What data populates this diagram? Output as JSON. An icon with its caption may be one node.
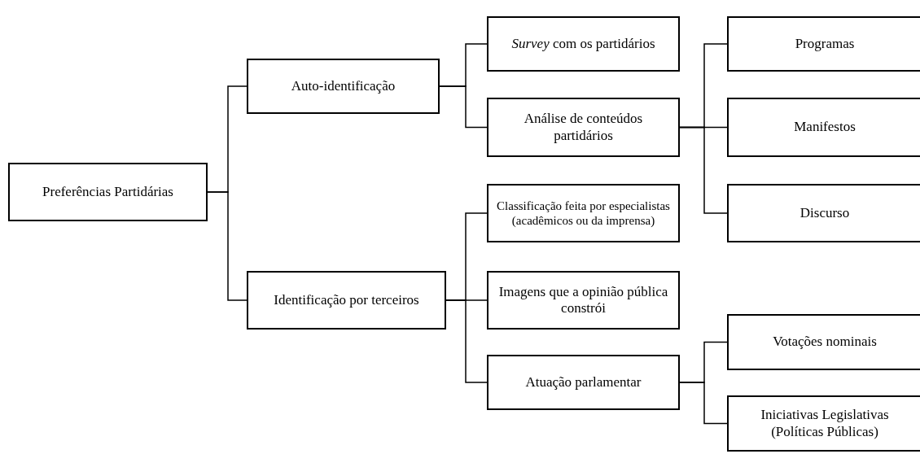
{
  "diagram": {
    "nodes": [
      {
        "text": [
          "Preferências Partidárias"
        ]
      },
      {
        "text": [
          "Auto-identificação"
        ]
      },
      {
        "text": [
          "*Survey* com os partidários"
        ]
      },
      {
        "text": [
          "Análise de conteúdos partidários"
        ]
      },
      {
        "text": [
          "Programas"
        ]
      },
      {
        "text": [
          "Manifestos"
        ]
      },
      {
        "text": [
          "Discurso"
        ]
      },
      {
        "text": [
          "Identificação por terceiros"
        ]
      },
      {
        "text": [
          "Classificação feita por especialistas (acadêmicos ou da imprensa)"
        ]
      },
      {
        "text": [
          "Imagens que a opinião pública constrói"
        ]
      },
      {
        "text": [
          "Atuação parlamentar"
        ]
      },
      {
        "text": [
          "Votações nominais"
        ]
      },
      {
        "text": [
          "Iniciativas Legislativas (Políticas Públicas)"
        ]
      }
    ],
    "edges": [
      {
        "from": 0,
        "to": 1,
        "arrow": "none"
      },
      {
        "from": 0,
        "to": 7,
        "arrow": "none"
      },
      {
        "from": 1,
        "to": 2,
        "arrow": "none"
      },
      {
        "from": 1,
        "to": 3,
        "arrow": "none"
      },
      {
        "from": 3,
        "to": 4,
        "arrow": "none"
      },
      {
        "from": 3,
        "to": 5,
        "arrow": "none"
      },
      {
        "from": 3,
        "to": 6,
        "arrow": "none"
      },
      {
        "from": 7,
        "to": 8,
        "arrow": "none"
      },
      {
        "from": 7,
        "to": 9,
        "arrow": "none"
      },
      {
        "from": 7,
        "to": 10,
        "arrow": "none"
      },
      {
        "from": 10,
        "to": 11,
        "arrow": "none"
      },
      {
        "from": 10,
        "to": 12,
        "arrow": "none"
      }
    ]
  }
}
